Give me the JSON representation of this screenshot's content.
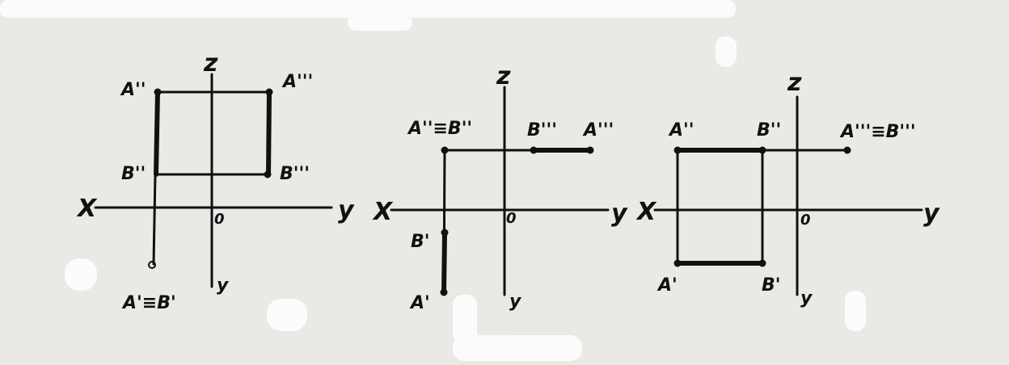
{
  "colors": {
    "paper": "#e9e9e6",
    "ink": "#111111",
    "smudge": "#ffffff"
  },
  "diagrams": [
    {
      "axes": {
        "x": "X",
        "y_right": "y",
        "y_down": "y",
        "z": "z",
        "origin": "0"
      },
      "labels": {
        "a2": "A''",
        "b2": "B''",
        "a3": "A'''",
        "b3": "B'''",
        "a1b1": "A'≡B'"
      }
    },
    {
      "axes": {
        "x": "X",
        "y_right": "y",
        "y_down": "y",
        "z": "z",
        "origin": "0"
      },
      "labels": {
        "a2b2": "A''≡B''",
        "b3": "B'''",
        "a3": "A'''",
        "b1": "B'",
        "a1": "A'"
      }
    },
    {
      "axes": {
        "x": "X",
        "y_right": "y",
        "y_down": "y",
        "z": "z",
        "origin": "0"
      },
      "labels": {
        "a2": "A''",
        "b2": "B''",
        "a3b3": "A'''≡B'''",
        "a1": "A'",
        "b1": "B'"
      }
    }
  ]
}
